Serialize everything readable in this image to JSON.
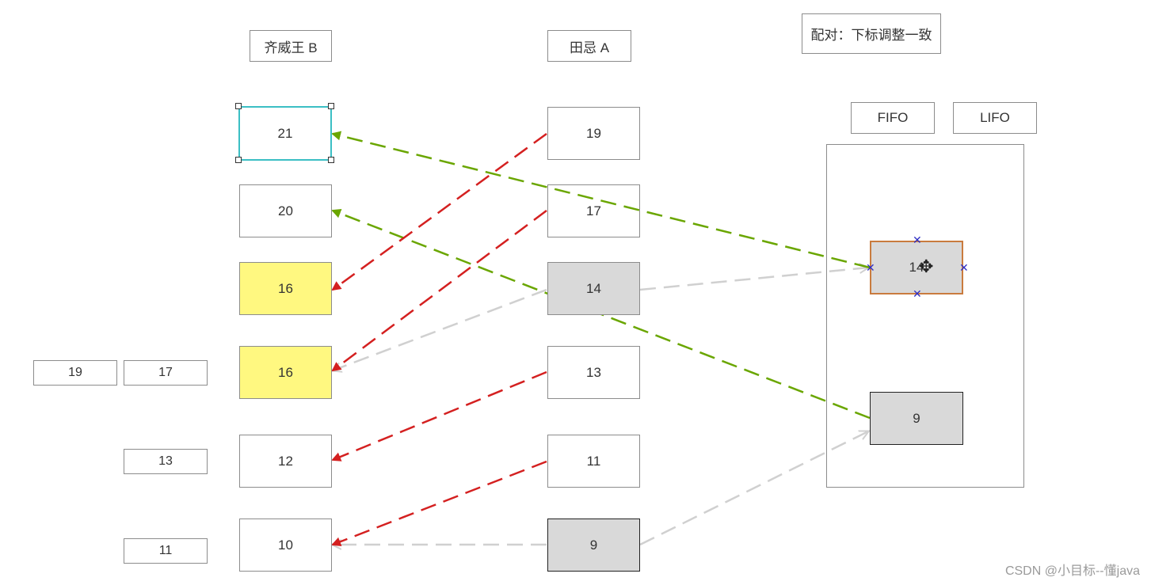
{
  "headers": {
    "king_b": "齐威王 B",
    "tian_a": "田忌 A",
    "note": "配对：下标调整一致",
    "fifo": "FIFO",
    "lifo": "LIFO"
  },
  "column_b": [
    "21",
    "20",
    "16",
    "16",
    "12",
    "10"
  ],
  "column_a": [
    "19",
    "17",
    "14",
    "13",
    "11",
    "9"
  ],
  "left_side": {
    "r1a": "19",
    "r1b": "17",
    "r2": "13",
    "r3": "11"
  },
  "container": {
    "top_item": "14",
    "bottom_item": "9"
  },
  "colors": {
    "red_arrow": "#d42020",
    "green_arrow": "#6aa600",
    "gray_arrow": "#d0d0d0",
    "highlight_yellow": "#fff880",
    "highlight_gray": "#d9d9d9",
    "selection_teal": "#3bbfc4",
    "selection_orange": "#c97b3e"
  },
  "watermark": "CSDN @小目标--懂java"
}
